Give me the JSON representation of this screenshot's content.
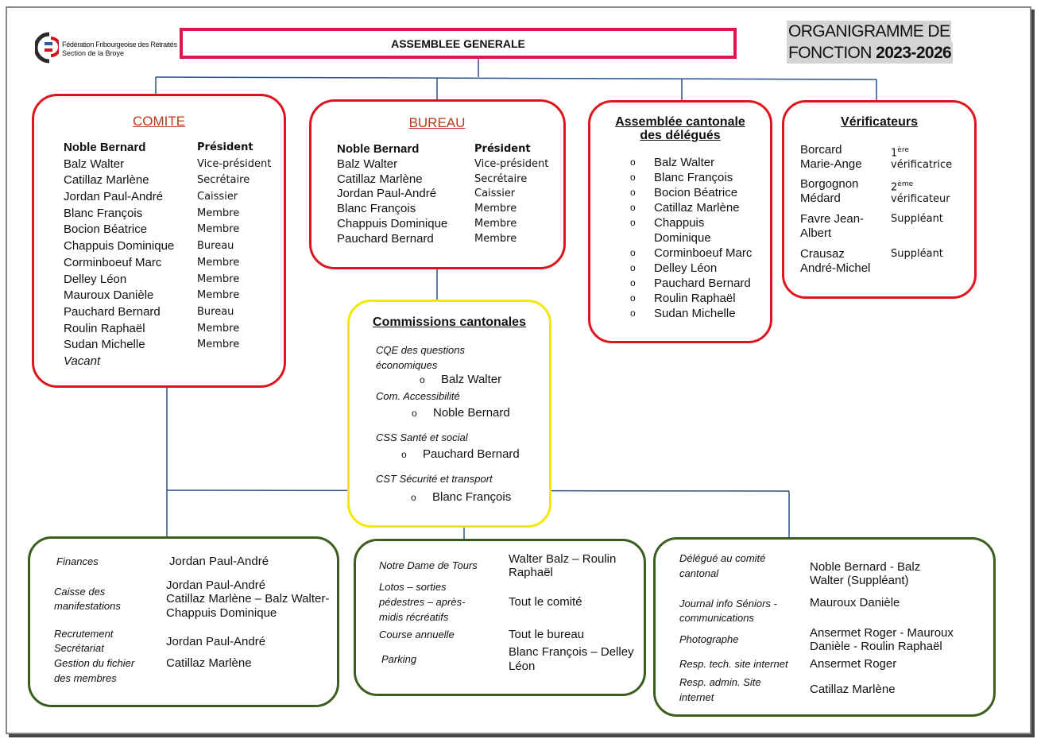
{
  "logo": {
    "line1": "Fédération Fribourgeoise des Retraités",
    "line2": "Section de la Broye"
  },
  "title": {
    "line1": "ORGANIGRAMME DE",
    "line2_a": "FONCTION",
    "line2_b": "2023-2026"
  },
  "assemblee": "ASSEMBLEE GENERALE",
  "comite": {
    "title": "COMITE",
    "members": [
      {
        "name": "Noble Bernard",
        "role": "Président",
        "bold": true
      },
      {
        "name": "Balz Walter",
        "role": "Vice-président"
      },
      {
        "name": "Catillaz Marlène",
        "role": "Secrétaire"
      },
      {
        "name": "Jordan Paul-André",
        "role": "Caissier"
      },
      {
        "name": "Blanc François",
        "role": "Membre"
      },
      {
        "name": "Bocion Béatrice",
        "role": "Membre"
      },
      {
        "name": "Chappuis Dominique",
        "role": "Bureau"
      },
      {
        "name": "Corminboeuf Marc",
        "role": "Membre"
      },
      {
        "name": "Delley Léon",
        "role": "Membre"
      },
      {
        "name": "Mauroux Danièle",
        "role": "Membre"
      },
      {
        "name": "Pauchard Bernard",
        "role": "Bureau"
      },
      {
        "name": "Roulin Raphaël",
        "role": "Membre"
      },
      {
        "name": "Sudan Michelle",
        "role": "Membre"
      },
      {
        "name": "Vacant",
        "role": "",
        "italic": true
      }
    ]
  },
  "bureau": {
    "title": "BUREAU",
    "members": [
      {
        "name": "Noble Bernard",
        "role": "Président",
        "bold": true
      },
      {
        "name": "Balz Walter",
        "role": "Vice-président"
      },
      {
        "name": "Catillaz Marlène",
        "role": "Secrétaire"
      },
      {
        "name": "Jordan Paul-André",
        "role": "Caissier"
      },
      {
        "name": "Blanc François",
        "role": "Membre"
      },
      {
        "name": "Chappuis Dominique",
        "role": "Membre"
      },
      {
        "name": "Pauchard Bernard",
        "role": "Membre"
      }
    ]
  },
  "cantonale": {
    "title_line1": "Assemblée cantonale",
    "title_line2": "des délégués",
    "bullet": "o",
    "members": [
      "Balz Walter",
      "Blanc François",
      "Bocion Béatrice",
      "Catillaz Marlène",
      "Chappuis",
      "Dominique",
      "Corminboeuf Marc",
      "Delley Léon",
      "Pauchard Bernard",
      "Roulin Raphaël",
      "Sudan Michelle"
    ]
  },
  "verificateurs": {
    "title": "Vérificateurs",
    "rows": [
      {
        "name1": "Borcard",
        "name2": "Marie-Ange",
        "role_num": "1",
        "role_sup": "ère",
        "role": "vérificatrice"
      },
      {
        "name1": "Borgognon",
        "name2": "Médard",
        "role_num": "2",
        "role_sup": "ème",
        "role": "vérificateur"
      },
      {
        "name1": "Favre Jean-",
        "name2": "Albert",
        "role": "Suppléant"
      },
      {
        "name1": "Crausaz",
        "name2": "André-Michel",
        "role": "Suppléant"
      }
    ]
  },
  "commissions": {
    "title": "Commissions cantonales",
    "bullet": "o",
    "items": [
      {
        "label1": "CQE des questions",
        "label2": "économiques",
        "member": "Balz Walter"
      },
      {
        "label1": "Com. Accessibilité",
        "member": "Noble Bernard"
      },
      {
        "label1": "CSS Santé et social",
        "member": "Pauchard Bernard"
      },
      {
        "label1": "CST Sécurité et transport",
        "member": "Blanc François"
      }
    ]
  },
  "box_left": {
    "finances": "Finances",
    "finances_val": "Jordan Paul-André",
    "caisse1": "Caisse des",
    "caisse2": "manifestations",
    "caisse_val1": "Jordan Paul-André",
    "caisse_val2": "Catillaz Marlène – Balz Walter-",
    "caisse_val3": "Chappuis Dominique",
    "recrut": "Recrutement",
    "secret": "Secrétariat",
    "gestion1": "Gestion du fichier",
    "gestion2": "des membres",
    "recrut_val": "Jordan Paul-André",
    "gestion_val": "Catillaz Marlène"
  },
  "box_mid": {
    "notre": "Notre Dame de Tours",
    "notre_val1": "Walter Balz – Roulin",
    "notre_val2": "Raphaël",
    "lotos1": "Lotos – sorties",
    "lotos2": "pédestres – après-",
    "lotos3": "midis récréatifs",
    "lotos_val": "Tout le comité",
    "course": "Course annuelle",
    "course_val": "Tout le bureau",
    "parking": "Parking",
    "parking_val1": "Blanc François – Delley",
    "parking_val2": "Léon"
  },
  "box_right": {
    "delegue1": "Délégué au comité",
    "delegue2": "cantonal",
    "delegue_val1": "Noble Bernard - Balz",
    "delegue_val2": "Walter (Suppléant)",
    "journal1": "Journal info Séniors -",
    "journal2": "communications",
    "journal_val": "Mauroux Danièle",
    "photo": "Photographe",
    "photo_val1": "Ansermet Roger - Mauroux",
    "photo_val2": "Danièle - Roulin Raphaël",
    "tech": "Resp. tech. site internet",
    "tech_val": "Ansermet Roger",
    "admin1": "Resp. admin. Site",
    "admin2": "internet",
    "admin_val": "Catillaz Marlène"
  }
}
